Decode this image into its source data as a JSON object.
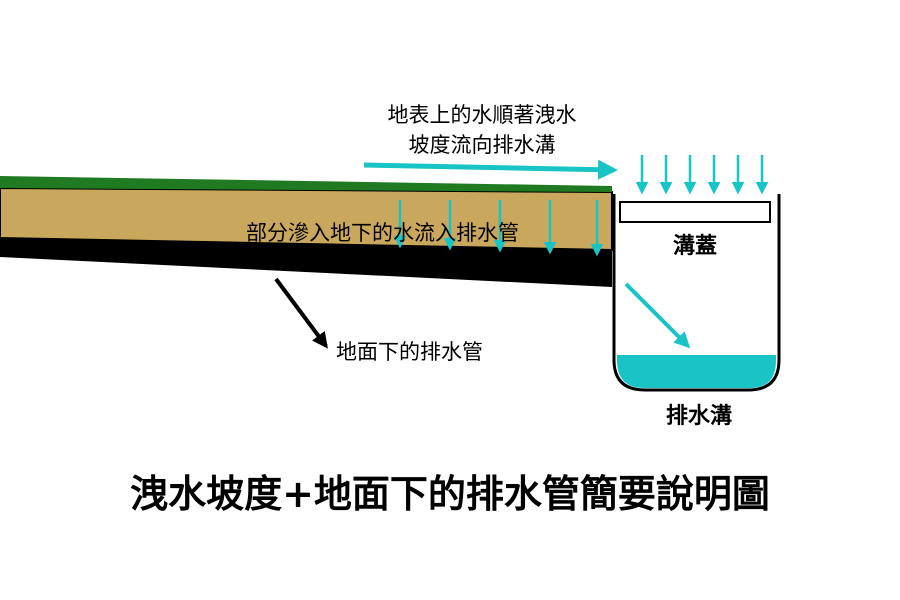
{
  "diagram": {
    "title": "洩水坡度+地面下的排水管簡要說明圖",
    "surface_flow_label_line1": "地表上的水順著洩水",
    "surface_flow_label_line2": "坡度流向排水溝",
    "seepage_label": "部分滲入地下的水流入排水管",
    "pipe_label": "地面下的排水管",
    "cover_label": "溝蓋",
    "ditch_label": "排水溝"
  },
  "colors": {
    "grass": "#1f7a22",
    "soil": "#c9a75c",
    "pipe": "#000000",
    "water": "#18c4c6",
    "arrow_water": "#18c4c6",
    "arrow_black": "#000000"
  }
}
